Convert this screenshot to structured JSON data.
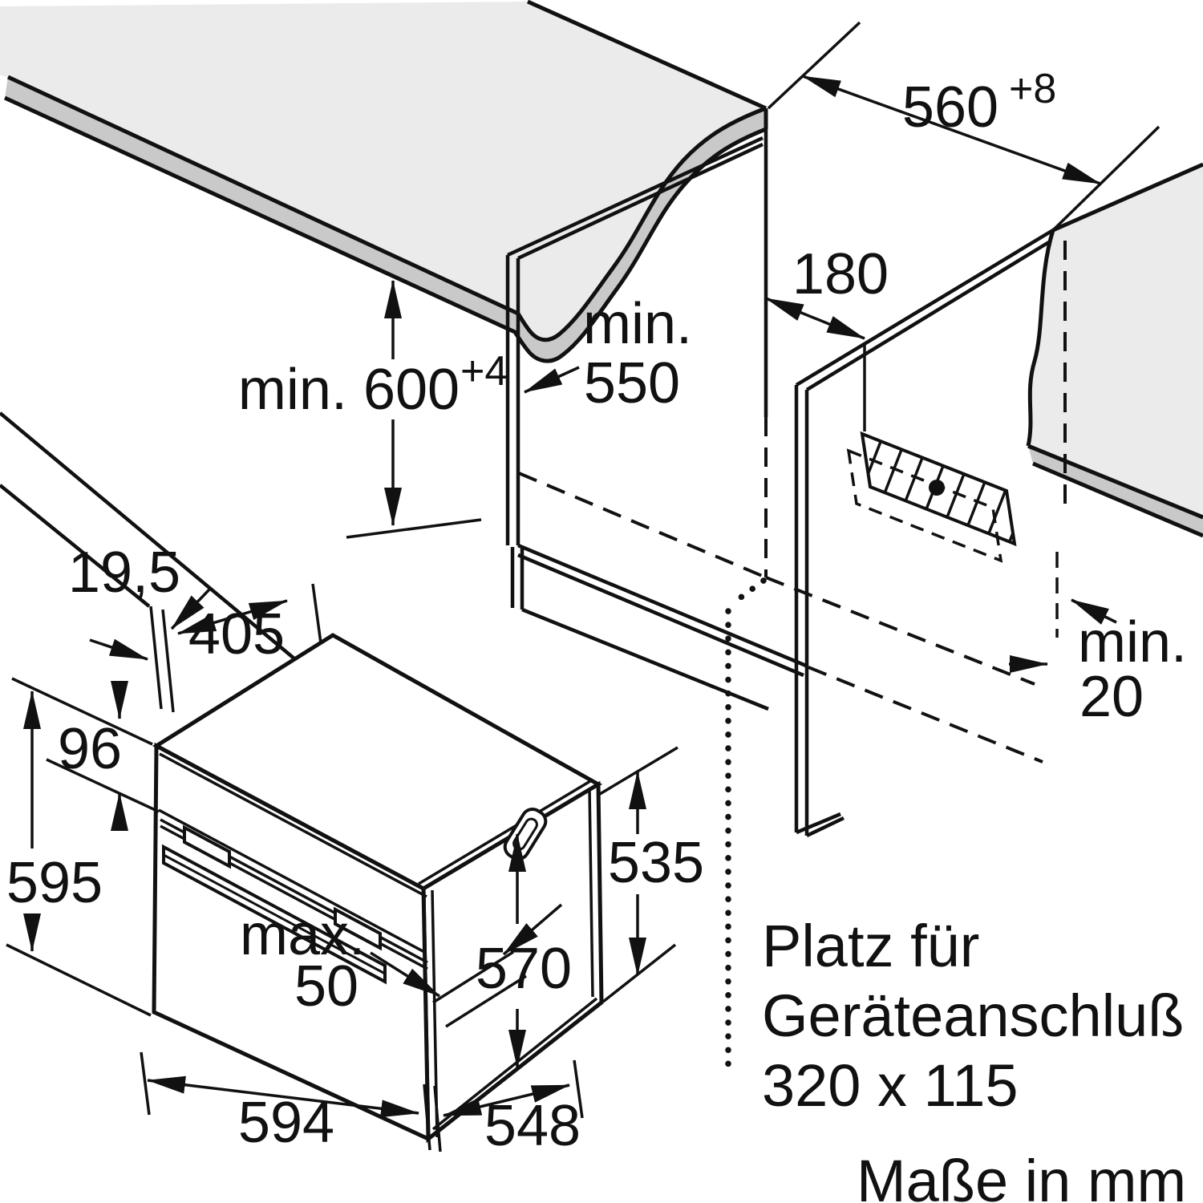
{
  "diagram": {
    "type": "appliance-installation-drawing",
    "unit_note": "Maße in mm",
    "labels": {
      "d560": "560",
      "d560_sup": "+8",
      "d600": "min. 600",
      "d600_sup": "+4",
      "d550_l1": "min.",
      "d550_l2": "550",
      "d180": "180",
      "d195": "19,5",
      "d405": "405",
      "d96": "96",
      "d595": "595",
      "dmax_l1": "max.",
      "dmax_l2": "50",
      "d570": "570",
      "d535": "535",
      "d594": "594",
      "d548": "548",
      "d20_l1": "min.",
      "d20_l2": "20",
      "note_l1": "Platz für",
      "note_l2": "Geräteanschluß",
      "note_l3": "320 x 115"
    },
    "colors": {
      "line": "#111111",
      "surface": "#ebebeb",
      "edge_band": "#c9c9c9",
      "background": "#ffffff"
    }
  }
}
